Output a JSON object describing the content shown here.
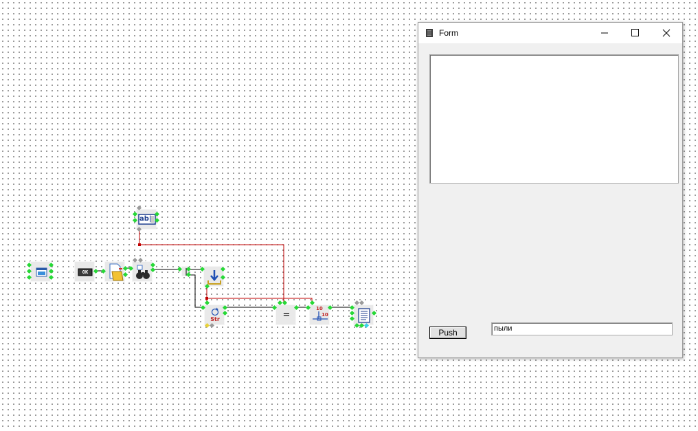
{
  "form_window": {
    "title": "Form",
    "push_label": "Push",
    "edit_value": "пыли",
    "memo_value": ""
  },
  "components": {
    "ok_button_glyph": "OK",
    "edit_glyph": "ab|",
    "string_glyph": "Str",
    "equals_glyph": "=",
    "convert_glyph_top": "10",
    "convert_glyph_bottom": "10"
  },
  "colors": {
    "link_black": "#000000",
    "link_red": "#c00000",
    "point_green": "#27d837",
    "accent_blue": "#1f4fb4"
  }
}
